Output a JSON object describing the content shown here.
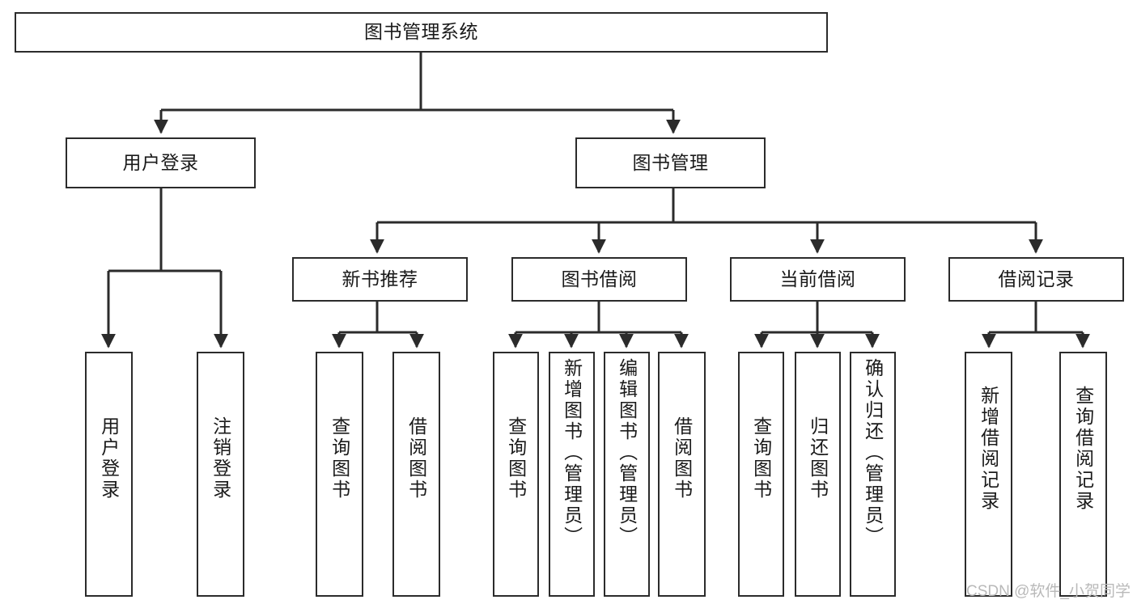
{
  "diagram": {
    "type": "tree",
    "title": "图书管理系统",
    "root": {
      "id": "root",
      "label": "图书管理系统"
    },
    "level2": [
      {
        "id": "user-login",
        "label": "用户登录"
      },
      {
        "id": "book-manage",
        "label": "图书管理"
      }
    ],
    "level3": [
      {
        "id": "new-book-rec",
        "label": "新书推荐"
      },
      {
        "id": "book-borrow",
        "label": "图书借阅"
      },
      {
        "id": "current-borrow",
        "label": "当前借阅"
      },
      {
        "id": "borrow-record",
        "label": "借阅记录"
      }
    ],
    "leaves": [
      {
        "id": "leaf-user-login",
        "label": "用户登录",
        "parent": "user-login"
      },
      {
        "id": "leaf-user-logout",
        "label": "注销登录",
        "parent": "user-login"
      },
      {
        "id": "leaf-query-book-1",
        "label": "查询图书",
        "parent": "new-book-rec"
      },
      {
        "id": "leaf-borrow-book-1",
        "label": "借阅图书",
        "parent": "new-book-rec"
      },
      {
        "id": "leaf-query-book-2",
        "label": "查询图书",
        "parent": "book-borrow"
      },
      {
        "id": "leaf-add-book",
        "label": "新增图书（管理员）",
        "parent": "book-borrow"
      },
      {
        "id": "leaf-edit-book",
        "label": "编辑图书（管理员）",
        "parent": "book-borrow"
      },
      {
        "id": "leaf-borrow-book-2",
        "label": "借阅图书",
        "parent": "book-borrow"
      },
      {
        "id": "leaf-query-book-3",
        "label": "查询图书",
        "parent": "current-borrow"
      },
      {
        "id": "leaf-return-book",
        "label": "归还图书",
        "parent": "current-borrow"
      },
      {
        "id": "leaf-confirm-return",
        "label": "确认归还（管理员）",
        "parent": "current-borrow"
      },
      {
        "id": "leaf-add-record",
        "label": "新增借阅记录",
        "parent": "borrow-record"
      },
      {
        "id": "leaf-query-record",
        "label": "查询借阅记录",
        "parent": "borrow-record"
      }
    ]
  },
  "watermark": {
    "text": "CSDN @软件_小贺同学"
  },
  "colors": {
    "stroke": "#2b2b2b",
    "background": "#ffffff",
    "text": "#1a1a1a",
    "watermark": "#b9b9b9"
  }
}
